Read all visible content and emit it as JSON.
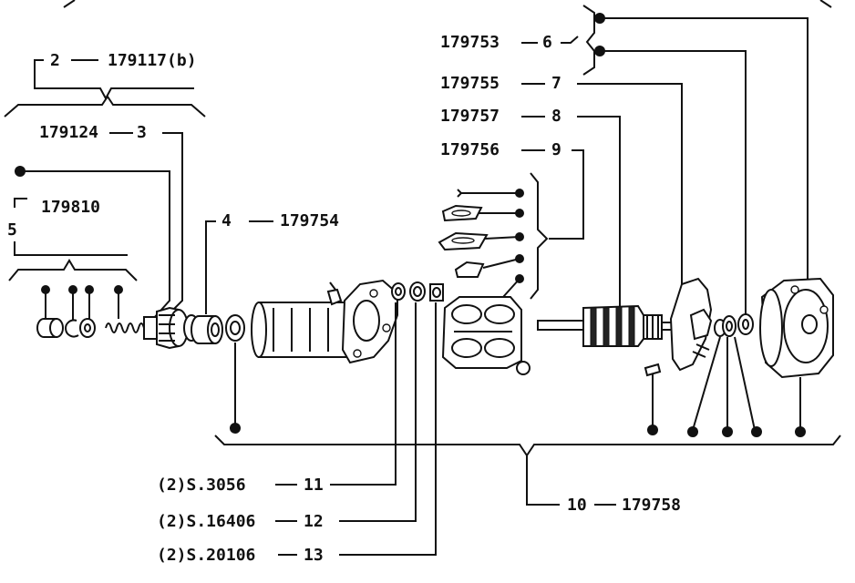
{
  "callouts": {
    "c2": {
      "num": "2",
      "code": "179117(b)"
    },
    "c3": {
      "num": "3",
      "code": "179124"
    },
    "c4": {
      "num": "4",
      "code": "179754"
    },
    "c5": {
      "num": "5",
      "code": "179810"
    },
    "c6": {
      "num": "6",
      "code": "179753"
    },
    "c7": {
      "num": "7",
      "code": "179755"
    },
    "c8": {
      "num": "8",
      "code": "179757"
    },
    "c9": {
      "num": "9",
      "code": "179756"
    },
    "c10": {
      "num": "10",
      "code": "179758"
    },
    "c11": {
      "num": "11",
      "code": "(2)S.3056"
    },
    "c12": {
      "num": "12",
      "code": "(2)S.16406"
    },
    "c13": {
      "num": "13",
      "code": "(2)S.20106"
    }
  }
}
